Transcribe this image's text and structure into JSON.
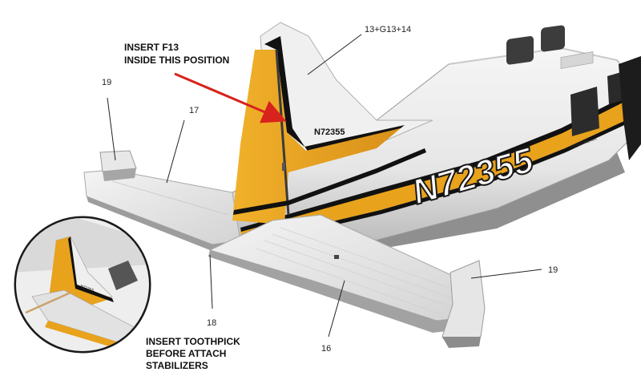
{
  "callouts": {
    "fin_parts": "13+G13+14",
    "stab_right_top": "19",
    "stab_right_bottom": "19",
    "left_tip": "17",
    "toothpick_point": "18",
    "right_stab": "16"
  },
  "instructions": {
    "insert_f13_line1": "INSERT F13",
    "insert_f13_line2": "INSIDE THIS POSITION",
    "toothpick_line1": "INSERT TOOTHPICK",
    "toothpick_line2": "BEFORE ATTACH",
    "toothpick_line3": "STABILIZERS"
  },
  "aircraft": {
    "fin_registration": "N72355",
    "fuselage_registration": "N72355",
    "fuselage_badge": "KENMORE AIR",
    "inset_registration": "N72355"
  },
  "colors": {
    "livery_yellow": "#e8a21c",
    "stripe_black": "#111111",
    "body_white": "#f2f2f2",
    "arrow_red": "#d8221c"
  }
}
